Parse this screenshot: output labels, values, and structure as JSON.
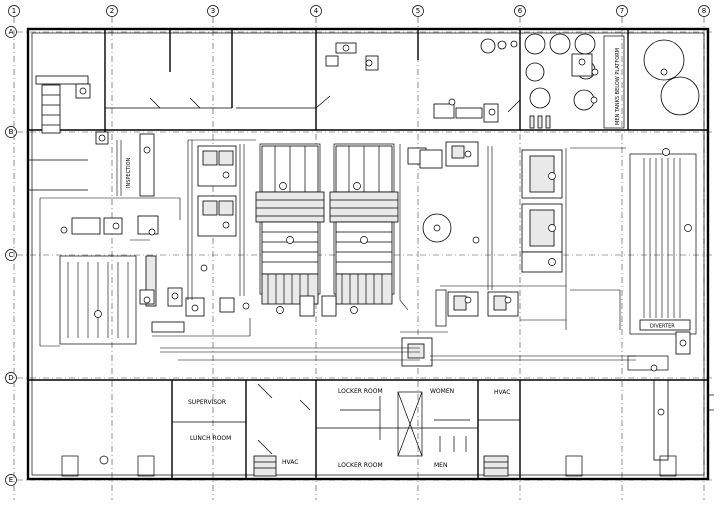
{
  "grid": {
    "columns": [
      "1",
      "2",
      "3",
      "4",
      "5",
      "6",
      "7",
      "8"
    ],
    "rows": [
      "A",
      "B",
      "C",
      "D",
      "E"
    ]
  },
  "rooms": {
    "supervisor": "SUPERVISOR",
    "lunch_room": "LUNCH ROOM",
    "hvac_lower": "HVAC",
    "hvac_right": "HVAC",
    "locker_room_top": "LOCKER ROOM",
    "locker_room_bottom": "LOCKER ROOM",
    "women": "WOMEN",
    "men": "MEN"
  },
  "labels": {
    "inspection": "INSPECTION",
    "diverter": "DIVERTER",
    "platform_note": "MEN TANKS BELOW PLATFORM"
  }
}
